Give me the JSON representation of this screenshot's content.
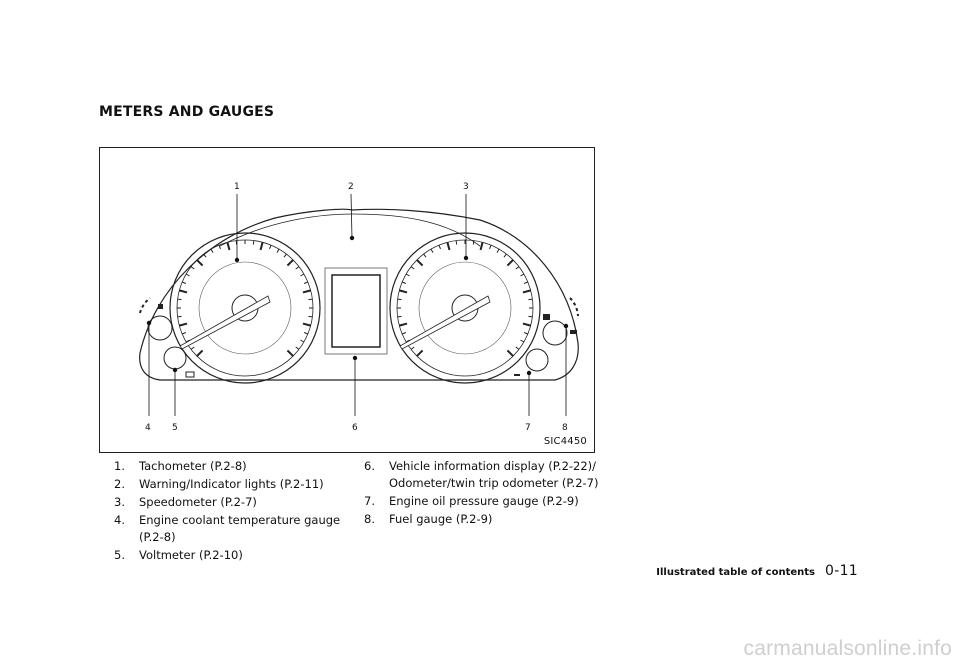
{
  "section_heading": "METERS AND GAUGES",
  "figure": {
    "code": "SIC4450",
    "callouts": [
      "1",
      "2",
      "3",
      "4",
      "5",
      "6",
      "7",
      "8"
    ]
  },
  "items": [
    {
      "num": "1.",
      "text": "Tachometer (P.2-8)"
    },
    {
      "num": "2.",
      "text": "Warning/Indicator lights (P.2-11)"
    },
    {
      "num": "3.",
      "text": "Speedometer (P.2-7)"
    },
    {
      "num": "4.",
      "text": "Engine coolant temperature gauge (P.2-8)"
    },
    {
      "num": "5.",
      "text": "Voltmeter (P.2-10)"
    },
    {
      "num": "6.",
      "text": "Vehicle information display (P.2-22)/ Odometer/twin trip odometer (P.2-7)"
    },
    {
      "num": "7.",
      "text": "Engine oil pressure gauge (P.2-9)"
    },
    {
      "num": "8.",
      "text": "Fuel gauge (P.2-9)"
    }
  ],
  "footer": {
    "section": "Illustrated table of contents",
    "page": "0-11"
  },
  "watermark": "carmanualsonline.info"
}
